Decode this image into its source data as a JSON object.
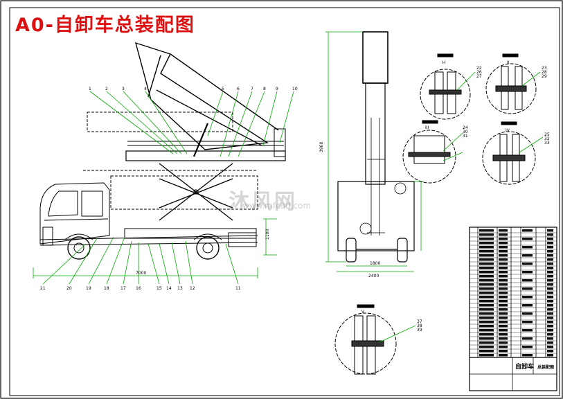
{
  "title": "A0-自卸车总装配图",
  "watermark": {
    "main": "沐风网",
    "sub": "www.mfcad.com"
  },
  "colors": {
    "title": "#dd1111",
    "outline": "#000000",
    "dimension": "#00aa00",
    "watermark": "#888888"
  },
  "side_view": {
    "callouts_top": [
      "1",
      "2",
      "3",
      "4",
      "5",
      "6",
      "7",
      "8",
      "9",
      "10"
    ],
    "callouts_bottom": [
      "21",
      "20",
      "19",
      "18",
      "17",
      "16",
      "15",
      "14",
      "13",
      "12",
      "11"
    ],
    "dim_total_length": "7000",
    "dim_height": "1100"
  },
  "front_view": {
    "dim_total_height": "3960",
    "dim_width": "2400",
    "dim_track": "1800"
  },
  "details": [
    {
      "label": "I-I",
      "refs": [
        "22",
        "26",
        "27"
      ]
    },
    {
      "label": "II",
      "refs": [
        "23",
        "28",
        "29"
      ]
    },
    {
      "label": "III",
      "refs": [
        "24",
        "30",
        "31"
      ]
    },
    {
      "label": "IV",
      "refs": [
        "25",
        "32",
        "33"
      ]
    },
    {
      "label": "V",
      "refs": [
        "37",
        "38",
        "39"
      ]
    }
  ],
  "title_block": {
    "drawing_name": "自卸车",
    "drawing_no": "总装配图"
  }
}
